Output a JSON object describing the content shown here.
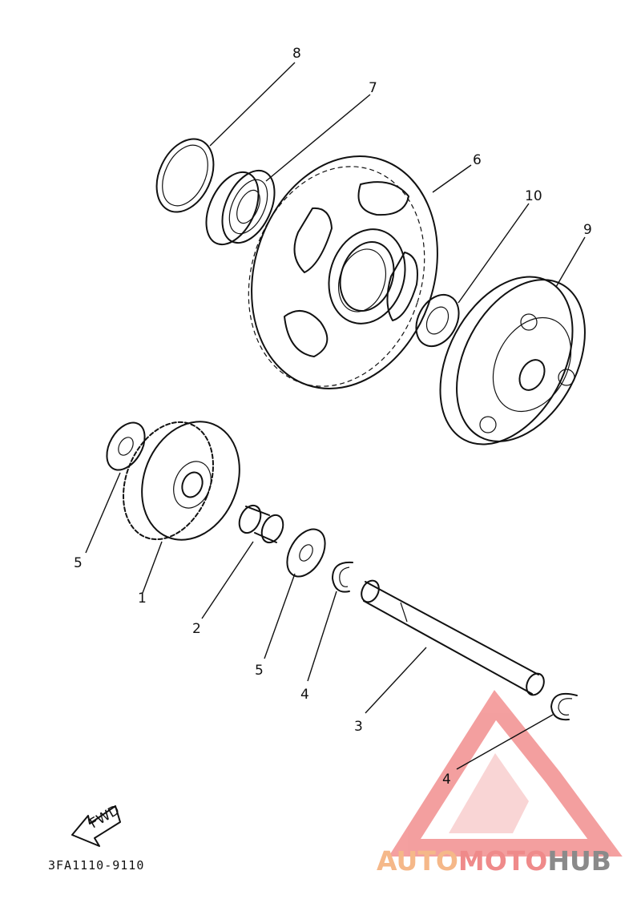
{
  "diagram": {
    "part_labels": [
      "8",
      "7",
      "6",
      "10",
      "9",
      "5",
      "1",
      "2",
      "5",
      "4",
      "3",
      "4"
    ],
    "fwd_label": "FWD",
    "drawing_code": "3FA1110-9110"
  },
  "watermark": {
    "brand_part1": "AUTO",
    "brand_part2": "MOTO",
    "brand_part3": "HUB",
    "colors": {
      "part1": "#f5b889",
      "part2": "#ef8a8a",
      "part3": "#8a8a8a",
      "logo": "#f08080"
    }
  }
}
